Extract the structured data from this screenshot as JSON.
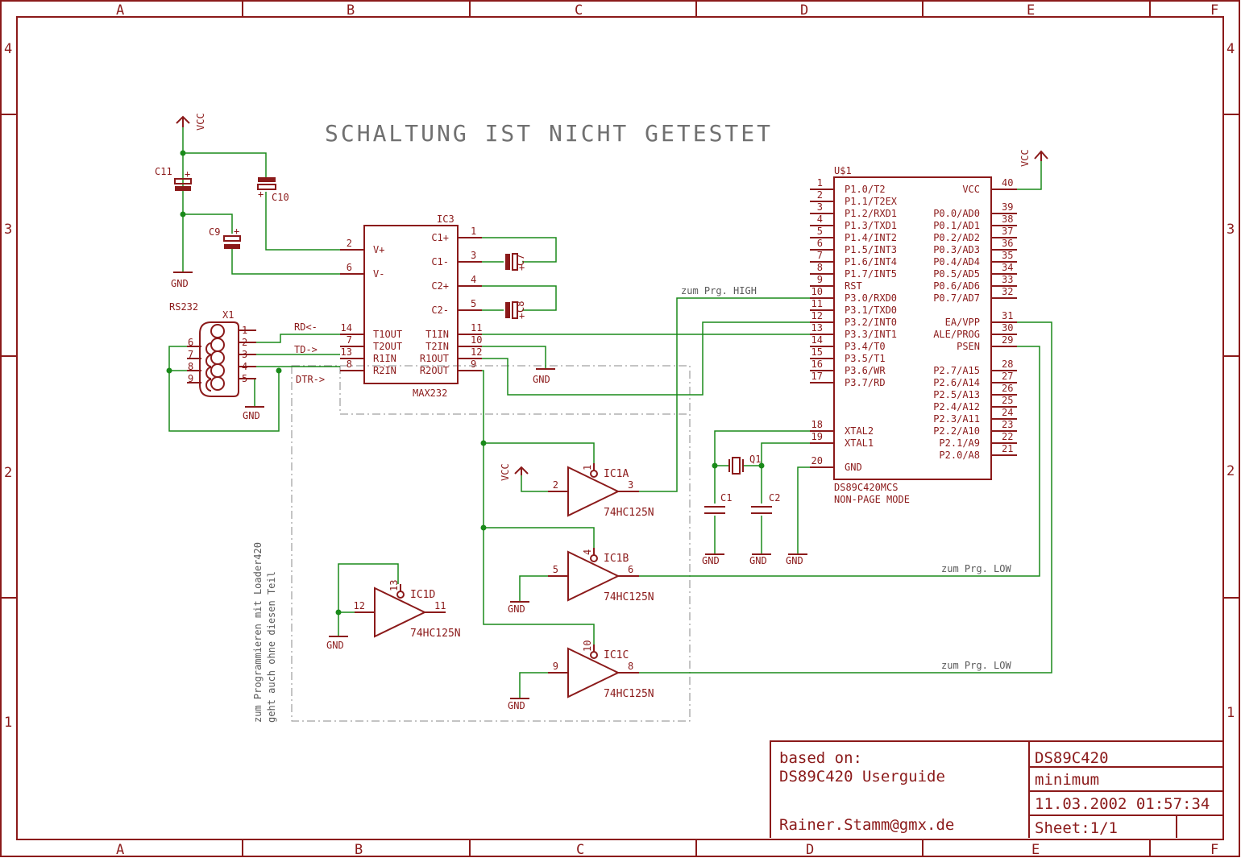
{
  "frame": {
    "columns": [
      "A",
      "B",
      "C",
      "D",
      "E",
      "F"
    ],
    "rows": [
      "4",
      "3",
      "2",
      "1"
    ]
  },
  "title": "SCHALTUNG IST NICHT GETESTET",
  "power": {
    "vcc": "VCC",
    "gnd": "GND"
  },
  "components": {
    "c11": "C11",
    "c10": "C10",
    "c9": "C9",
    "c7": "C7",
    "c8": "C8",
    "c1": "C1",
    "c2": "C2",
    "q1": "Q1",
    "x1": "X1",
    "rs232": "RS232",
    "ic3": "IC3",
    "max232": "MAX232",
    "u1": "U$1",
    "u1_part": "DS89C420MCS",
    "u1_mode": "NON-PAGE MODE",
    "ic1a": "IC1A",
    "ic1b": "IC1B",
    "ic1c": "IC1C",
    "ic1d": "IC1D",
    "buffer_part": "74HC125N",
    "plus": "+"
  },
  "max232_pins": {
    "left": [
      {
        "num": "2",
        "name": "V+"
      },
      {
        "num": "6",
        "name": "V-"
      },
      {
        "num": "14",
        "name": "T1OUT"
      },
      {
        "num": "7",
        "name": "T2OUT"
      },
      {
        "num": "13",
        "name": "R1IN"
      },
      {
        "num": "8",
        "name": "R2IN"
      }
    ],
    "right": [
      {
        "num": "1",
        "name": "C1+"
      },
      {
        "num": "3",
        "name": "C1-"
      },
      {
        "num": "4",
        "name": "C2+"
      },
      {
        "num": "5",
        "name": "C2-"
      },
      {
        "num": "11",
        "name": "T1IN"
      },
      {
        "num": "10",
        "name": "T2IN"
      },
      {
        "num": "12",
        "name": "R1OUT"
      },
      {
        "num": "9",
        "name": "R2OUT"
      }
    ]
  },
  "mcu_pins": {
    "left": [
      {
        "num": "1",
        "name": "P1.0/T2"
      },
      {
        "num": "2",
        "name": "P1.1/T2EX"
      },
      {
        "num": "3",
        "name": "P1.2/RXD1"
      },
      {
        "num": "4",
        "name": "P1.3/TXD1"
      },
      {
        "num": "5",
        "name": "P1.4/INT2"
      },
      {
        "num": "6",
        "name": "P1.5/INT3"
      },
      {
        "num": "7",
        "name": "P1.6/INT4"
      },
      {
        "num": "8",
        "name": "P1.7/INT5"
      },
      {
        "num": "9",
        "name": "RST"
      },
      {
        "num": "10",
        "name": "P3.0/RXD0"
      },
      {
        "num": "11",
        "name": "P3.1/TXD0"
      },
      {
        "num": "12",
        "name": "P3.2/INT0"
      },
      {
        "num": "13",
        "name": "P3.3/INT1"
      },
      {
        "num": "14",
        "name": "P3.4/T0"
      },
      {
        "num": "15",
        "name": "P3.5/T1"
      },
      {
        "num": "16",
        "name": "P3.6/WR"
      },
      {
        "num": "17",
        "name": "P3.7/RD"
      },
      {
        "num": "18",
        "name": "XTAL2"
      },
      {
        "num": "19",
        "name": "XTAL1"
      },
      {
        "num": "20",
        "name": "GND"
      }
    ],
    "right": [
      {
        "num": "40",
        "name": "VCC"
      },
      {
        "num": "39",
        "name": "P0.0/AD0"
      },
      {
        "num": "38",
        "name": "P0.1/AD1"
      },
      {
        "num": "37",
        "name": "P0.2/AD2"
      },
      {
        "num": "36",
        "name": "P0.3/AD3"
      },
      {
        "num": "35",
        "name": "P0.4/AD4"
      },
      {
        "num": "34",
        "name": "P0.5/AD5"
      },
      {
        "num": "33",
        "name": "P0.6/AD6"
      },
      {
        "num": "32",
        "name": "P0.7/AD7"
      },
      {
        "num": "31",
        "name": "EA/VPP"
      },
      {
        "num": "30",
        "name": "ALE/PROG"
      },
      {
        "num": "29",
        "name": "PSEN"
      },
      {
        "num": "28",
        "name": "P2.7/A15"
      },
      {
        "num": "27",
        "name": "P2.6/A14"
      },
      {
        "num": "26",
        "name": "P2.5/A13"
      },
      {
        "num": "25",
        "name": "P2.4/A12"
      },
      {
        "num": "24",
        "name": "P2.3/A11"
      },
      {
        "num": "23",
        "name": "P2.2/A10"
      },
      {
        "num": "22",
        "name": "P2.1/A9"
      },
      {
        "num": "21",
        "name": "P2.0/A8"
      }
    ]
  },
  "connector_pins": [
    "1",
    "2",
    "3",
    "4",
    "5",
    "6",
    "7",
    "8",
    "9"
  ],
  "buffer_pins": {
    "ic1a": {
      "en": "1",
      "in": "2",
      "out": "3"
    },
    "ic1b": {
      "en": "4",
      "in": "5",
      "out": "6"
    },
    "ic1c": {
      "en": "10",
      "in": "9",
      "out": "8"
    },
    "ic1d": {
      "en": "13",
      "in": "12",
      "out": "11"
    }
  },
  "net_labels": {
    "rd": "RD<-",
    "td": "TD->",
    "dtr": "DTR->",
    "prg_high": "zum Prg. HIGH",
    "prg_low": "zum Prg. LOW"
  },
  "note": {
    "line1": "zum Programmieren mit Loader420",
    "line2": "geht auch ohne diesen Teil"
  },
  "titleblock": {
    "based_on": "based on:",
    "guide": "DS89C420 Userguide",
    "email": "Rainer.Stamm@gmx.de",
    "name": "DS89C420",
    "subtitle": "minimum",
    "datetime": "11.03.2002 01:57:34",
    "sheet": "Sheet:1/1"
  }
}
